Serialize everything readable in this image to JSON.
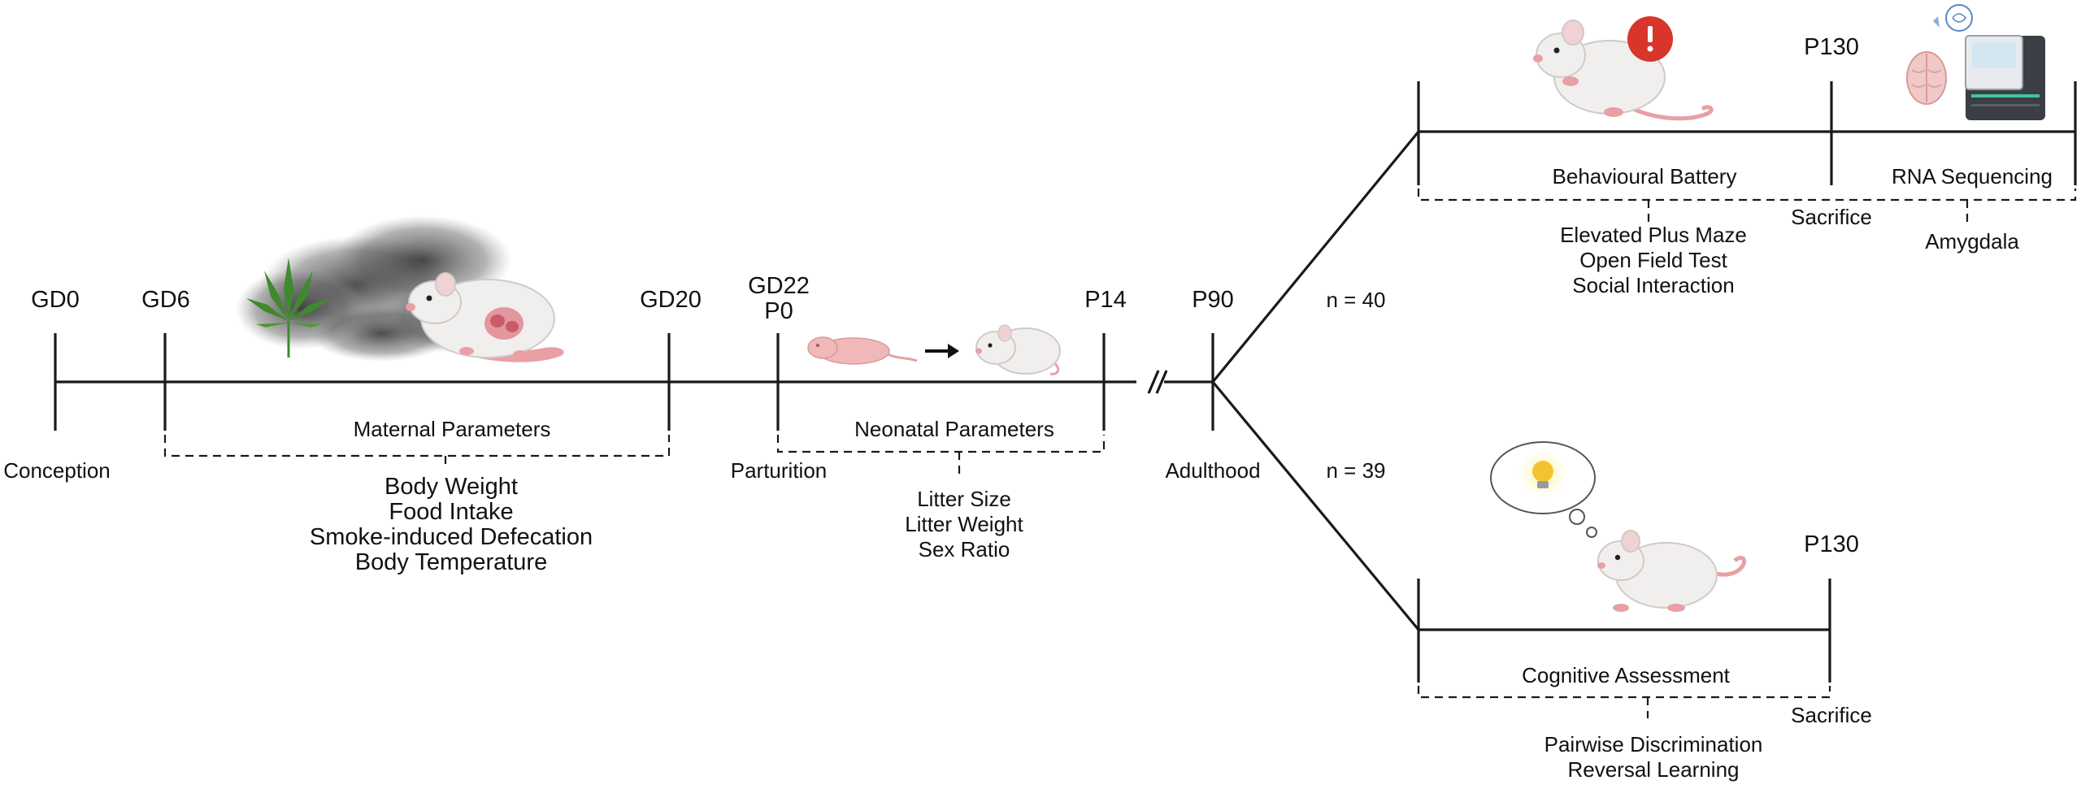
{
  "main_timeline": {
    "gd0": "GD0",
    "conception": "Conception",
    "gd6": "GD6",
    "gd20": "GD20",
    "gd22": "GD22",
    "p0": "P0",
    "parturition": "Parturition",
    "p14": "P14",
    "p90": "P90",
    "adulthood": "Adulthood"
  },
  "maternal": {
    "title": "Maternal Parameters",
    "items": [
      "Body Weight",
      "Food Intake",
      "Smoke-induced Defecation",
      "Body Temperature"
    ]
  },
  "neonatal": {
    "title": "Neonatal Parameters",
    "items": [
      "Litter Size",
      "Litter Weight",
      "Sex Ratio"
    ]
  },
  "upper_branch": {
    "n_label": "n = 40",
    "p130": "P130",
    "sacrifice": "Sacrifice",
    "battery_title": "Behavioural Battery",
    "battery_items": [
      "Elevated Plus Maze",
      "Open Field Test",
      "Social Interaction"
    ],
    "rna_title": "RNA Sequencing",
    "rna_items": [
      "Amygdala"
    ]
  },
  "lower_branch": {
    "n_label": "n = 39",
    "p130": "P130",
    "sacrifice": "Sacrifice",
    "cog_title": "Cognitive Assessment",
    "cog_items": [
      "Pairwise Discrimination",
      "Reversal Learning"
    ]
  },
  "icons": {
    "cannabis": "cannabis-leaf-icon",
    "smoke": "smoke-cloud-icon",
    "pregnant_rat": "pregnant-rat-icon",
    "pup": "rat-pup-icon",
    "young_rat": "young-rat-icon",
    "alert_rat": "anxious-rat-icon",
    "brain": "brain-icon",
    "sequencer": "sequencer-icon",
    "thinking_rat": "thinking-rat-icon",
    "lightbulb": "lightbulb-icon"
  },
  "colors": {
    "line": "#1a1a1a",
    "rat_body": "#f1efee",
    "rat_pink": "#e8a0a5",
    "alert_red": "#d8352b",
    "smoke": "#3d3d3d",
    "leaf": "#3f8a2e",
    "bulb": "#f4c430"
  }
}
